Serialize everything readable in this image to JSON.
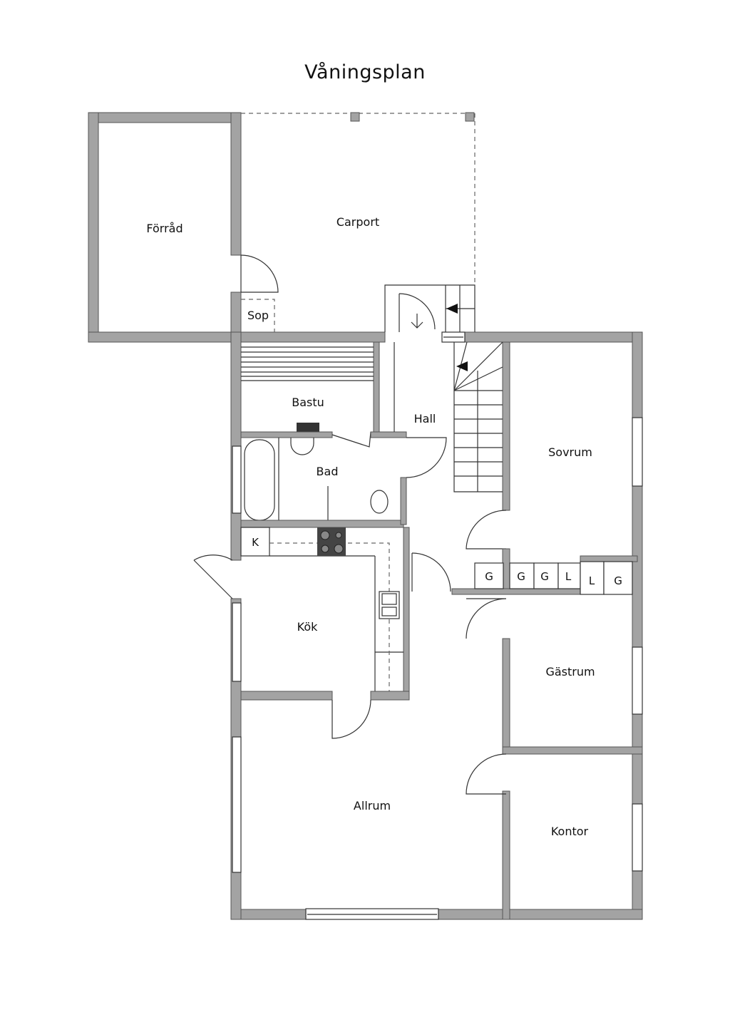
{
  "title": "Våningsplan",
  "colors": {
    "wall": "#a3a3a3",
    "wall_outline": "#555555",
    "line": "#333333",
    "background": "#ffffff"
  },
  "rooms": {
    "forrad": "Förråd",
    "carport": "Carport",
    "sop": "Sop",
    "bastu": "Bastu",
    "hall": "Hall",
    "bad": "Bad",
    "sovrum": "Sovrum",
    "kok": "Kök",
    "gastrum": "Gästrum",
    "allrum": "Allrum",
    "kontor": "Kontor"
  },
  "closets": {
    "k": "K",
    "c1": "G",
    "c2": "G",
    "c3": "G",
    "c4": "L",
    "c5": "L",
    "c6": "G"
  }
}
